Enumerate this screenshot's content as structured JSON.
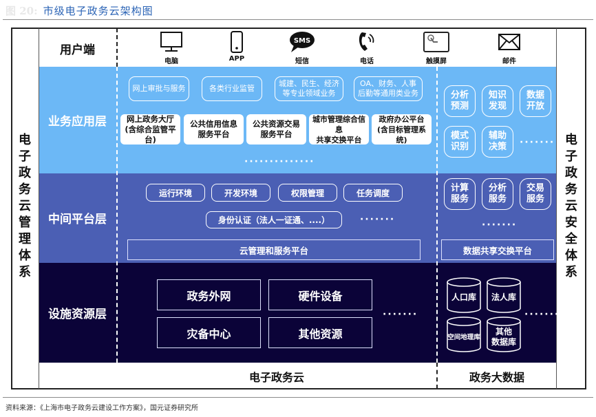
{
  "figure": {
    "prefix": "图 20:",
    "title": "市级电子政务云架构图"
  },
  "side_labels": {
    "left": [
      "电",
      "子",
      "政",
      "务",
      "云",
      "管",
      "理",
      "体",
      "系"
    ],
    "right": [
      "电",
      "子",
      "政",
      "务",
      "云",
      "安",
      "全",
      "体",
      "系"
    ]
  },
  "user_layer": {
    "label": "用户端",
    "terminals": [
      {
        "icon": "monitor-icon",
        "label": "电脑"
      },
      {
        "icon": "smartphone-icon",
        "label": "APP"
      },
      {
        "icon": "sms-bubble-icon",
        "label": "短信",
        "icon_text": "SMS"
      },
      {
        "icon": "phone-icon",
        "label": "电话"
      },
      {
        "icon": "touchscreen-icon",
        "label": "触摸屏"
      },
      {
        "icon": "mail-icon",
        "label": "邮件"
      }
    ]
  },
  "business_layer": {
    "label": "业务应用层",
    "services": [
      "网上审批与服务",
      "各类行业监管",
      "城建、民生、经济\n等专业领域业务",
      "OA、财务、人事\n后勤等通用类业务"
    ],
    "platforms": [
      "网上政务大厅\n(含综合监管平台)",
      "公共信用信息\n服务平台",
      "公共资源交易\n服务平台",
      "城市管理综合信息\n共享交换平台",
      "政府办公平台\n(含目标管理系统)"
    ],
    "more": "··············",
    "bigdata": {
      "items": [
        "分析\n预测",
        "知识\n发现",
        "数据\n开放",
        "模式\n识别",
        "辅助\n决策"
      ],
      "more": "·······"
    }
  },
  "middle_layer": {
    "label": "中间平台层",
    "envs": [
      "运行环境",
      "开发环境",
      "权限管理",
      "任务调度"
    ],
    "auth": "身份认证（法人一证通、....）",
    "more": "·······",
    "platform": "云管理和服务平台",
    "bigdata": {
      "items": [
        "计算\n服务",
        "分析\n服务",
        "交易\n服务"
      ],
      "more": "·······",
      "platform": "数据共享交换平台"
    }
  },
  "infra_layer": {
    "label": "设施资源层",
    "resources": [
      "政务外网",
      "硬件设备",
      "灾备中心",
      "其他资源"
    ],
    "more": "·······",
    "bigdata": {
      "databases": [
        "人口库",
        "法人库",
        "空间地理库",
        "其他\n数据库"
      ],
      "more": "·······"
    }
  },
  "bottom": {
    "cloud": "电子政务云",
    "bigdata": "政务大数据"
  },
  "source": "资料来源：《上海市电子政务云建设工作方案》，国元证券研究所",
  "colors": {
    "title": "#2a63b5",
    "business": "#6cb8f6",
    "middle": "#4b5fb4",
    "infra": "#0b0338"
  }
}
